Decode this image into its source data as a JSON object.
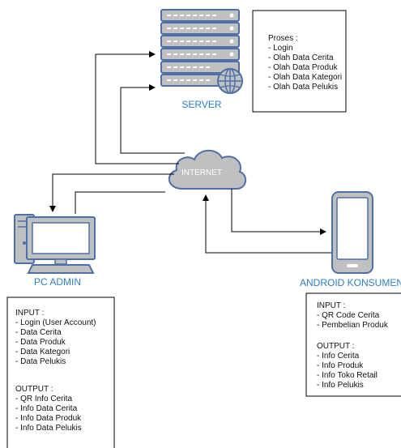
{
  "server": {
    "label": "SERVER"
  },
  "internet": {
    "label": "INTERNET"
  },
  "pc_admin": {
    "label": "PC ADMIN"
  },
  "android": {
    "label": "ANDROID KONSUMEN"
  },
  "proses_box": {
    "lines": [
      "Proses :",
      "- Login",
      "- Olah Data Cerita",
      "- Olah Data Produk",
      "- Olah Data Kategori",
      "- Olah Data Pelukis"
    ]
  },
  "admin_box": {
    "lines": [
      "INPUT :",
      "- Login (User Account)",
      "- Data Cerita",
      "- Data Produk",
      "- Data Kategori",
      "- Data Pelukis",
      "",
      "OUTPUT :",
      "- QR Info Cerita",
      "- Info Data Cerita",
      "- Info Data Produk",
      "- Info Data Pelukis"
    ]
  },
  "android_box": {
    "lines": [
      "INPUT :",
      "- QR Code Cerita",
      "- Pembelian Produk",
      "",
      "OUTPUT :",
      "- Info Cerita",
      "- Info Produk",
      "- Info Toko Retail",
      "- Info Pelukis"
    ]
  },
  "colors": {
    "icon_stroke": "#4f6fa8",
    "icon_fill": "#bfc0c2",
    "label": "#2f7fc4",
    "line": "#000000"
  }
}
